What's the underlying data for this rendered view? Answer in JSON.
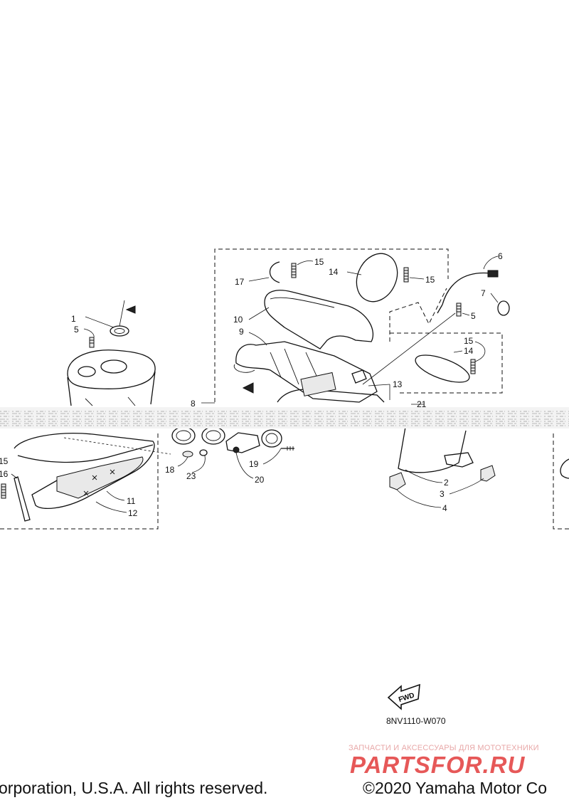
{
  "callouts": [
    "1",
    "2",
    "3",
    "4",
    "5",
    "5",
    "6",
    "7",
    "8",
    "9",
    "10",
    "11",
    "12",
    "13",
    "14",
    "14",
    "15",
    "15",
    "15",
    "15",
    "16",
    "17",
    "18",
    "19",
    "20",
    "21",
    "23"
  ],
  "fwd_label": "FWD",
  "diagram_code": "8NV1110-W070",
  "watermark": {
    "caption": "ЗАПЧАСТИ И АКСЕССУАРЫ ДЛЯ МОТОТЕХНИКИ",
    "logo": "PARTSFOR.RU"
  },
  "footer": {
    "left": "orporation, U.S.A. All rights reserved.",
    "right": "©2020 Yamaha Motor Co"
  },
  "colors": {
    "line_art": "#111111",
    "watermark": "#e23b3b",
    "background": "#ffffff"
  }
}
